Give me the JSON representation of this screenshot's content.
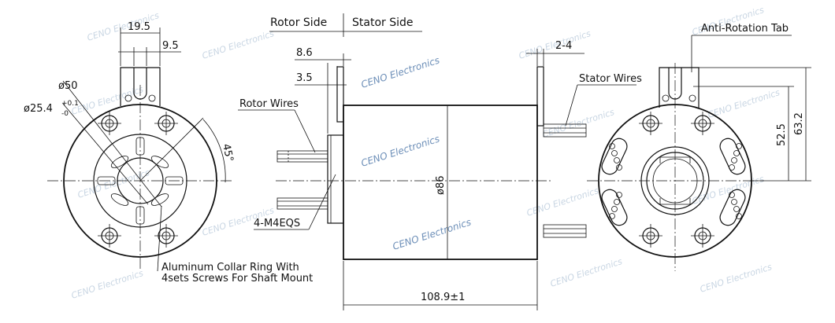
{
  "watermark": "CENO Electronics",
  "labels": {
    "rotor_side": "Rotor Side",
    "stator_side": "Stator Side",
    "rotor_wires": "Rotor Wires",
    "stator_wires": "Stator Wires",
    "anti_rotation_tab": "Anti-Rotation Tab",
    "screws": "4-M4EQS",
    "collar_line1": "Aluminum Collar Ring With",
    "collar_line2": "4sets Screws For Shaft Mount"
  },
  "dimensions": {
    "d19_5": "19.5",
    "d9_5": "9.5",
    "d50": "ø50",
    "d25_4": "ø25.4",
    "tol_plus": "+0.1",
    "tol_minus": "-0",
    "angle45": "45°",
    "d8_6": "8.6",
    "d3_5": "3.5",
    "d2_4": "2-4",
    "d86": "ø86",
    "d108_9": "108.9±1",
    "d52_5": "52.5",
    "d63_2": "63.2"
  }
}
